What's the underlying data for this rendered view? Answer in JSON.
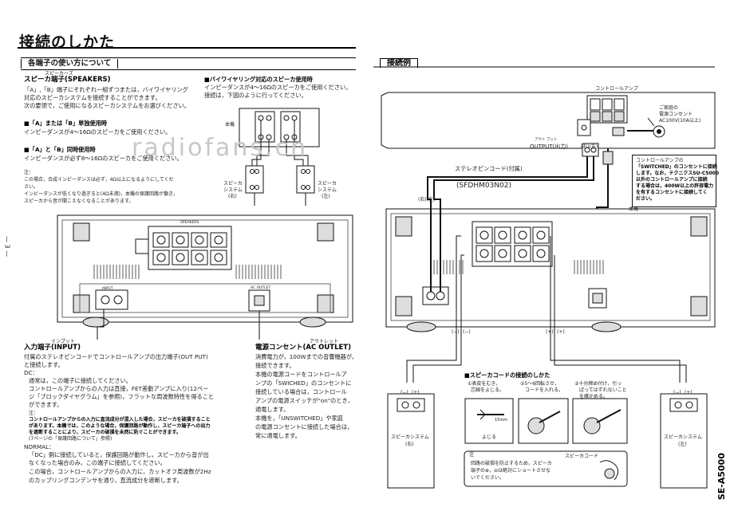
{
  "left_page": {
    "title": "接続のしかた",
    "section_title": "各端子の使い方について",
    "page_number": "— 3 —",
    "speaker": {
      "heading": "スピーカ端子(SPEAKERS)",
      "ruby": "スピーカーズ",
      "desc": [
        "「A」,「B」端子にそれぞれ一組ずつまたは，バイワイヤリング",
        "対応のスピーカシステムを接続することができます。",
        "次の要領で，ご使用になるスピーカシステムをお選びください。"
      ],
      "a_or_b_heading": "■「A」または「B」単独使用時",
      "a_or_b_text": "インピーダンスが4～16Ωのスピーカをご使用ください。",
      "a_and_b_heading": "■「A」と「B」同時使用時",
      "a_and_b_text": "インピーダンスが必ず8～16Ωのスピーカをご使用ください。",
      "note_label": "注：",
      "note_lines": [
        "この場合，合成インピーダンスは必ず，4Ω以上になるようにしてくだ",
        "さい。",
        "インピーダンスが低くなり過ぎると(4Ω未満)，本機の保護回路が働き，",
        "スピーカから音が聞こえなくなることがあります。"
      ]
    },
    "biwire": {
      "heading": "■バイワイヤリング対応のスピーカ使用時",
      "lines": [
        "インピーダンスが4～16Ωのスピーカをご使用ください。",
        "接続は，下図のように行ってください。"
      ],
      "unit_label": "本機",
      "spk_left": [
        "スピーカ",
        "システム",
        "(右)"
      ],
      "spk_right": [
        "スピーカ",
        "システム",
        "(左)"
      ]
    },
    "input": {
      "heading": "入力端子(INPUT)",
      "ruby": "インプット",
      "lines": [
        "付属のステレオピンコードでコントロールアンプの出力端子(OUT PUT)",
        "と接続します。"
      ],
      "dc_label": "DC：",
      "dc_lines": [
        "通常は，この端子に接続してください。",
        "コントロールアンプからの入力は直接，FET差動アンプに入り(12ペー",
        "ジ「ブロックダイヤグラム」を参照)，フラットな周波数特性を得ること",
        "ができます。"
      ],
      "dc_note": [
        "注：",
        "コントロールアンプからの入力に直流成分が混入した場合，スピーカを破損すること",
        "があります。本機では，このような場合，保護回路が動作し，スピーカ端子への出力",
        "を遮断することにより，スピーカの破損を未然に防ぐことができます。",
        "(7ページの「保護回路について」参照)"
      ],
      "normal_label": "NORMAL：",
      "normal_lines": [
        "「DC」側に接続していると，保護回路が動作し，スピーカから音が出",
        "なくなった場合のみ，この端子に接続してください。",
        "この場合，コントロールアンプからの入力に，カットオフ周波数が2Hz",
        "のカップリングコンデンサを通り，直流成分を遮断します。"
      ]
    },
    "ac": {
      "heading": "電源コンセント(AC OUTLET)",
      "ruby": "アウトレット",
      "lines": [
        "消費電力が，100Wまでの音響機器が，",
        "接続できます。",
        "本機の電源コードをコントロールア",
        "ンプの「SWICHED」のコンセントに",
        "接続している場合は，コントロール",
        "アンプの電源スイッチが\"on\"のとき，",
        "通電します。",
        "本機を，「UNSWITCHED」や家庭",
        "の電源コンセントに接続した場合は，",
        "常に通電します。"
      ]
    },
    "panel": {
      "speakers_label": "SPEAKERS",
      "input_label": "INPUT",
      "ac_label": "AC OUTLET"
    }
  },
  "right_page": {
    "section_title": "接続例",
    "control_amp": "コントロールアンプ",
    "household_outlet": [
      "ご家庭の",
      "電源コンセント",
      "AC100V(10A以上)"
    ],
    "output_label": "OUTPUT(出力)",
    "output_ruby": "アウト プット",
    "rl_label": "(右)(左)",
    "stereo_cord": "ステレオピンコード(付属)",
    "part_number": "(SFDHM03N02)",
    "unit_label": "本機",
    "power_note": [
      "コントロールアンプの",
      "「SWITCHED」のコンセントに接続",
      "します。なお，テクニクスSU-C5000",
      "以外のコントロールアンプに接続",
      "する場合は，400W以上の許容電力",
      "を有するコンセントに接続してく",
      "ださい。"
    ],
    "polarity_minus": "(−)",
    "polarity_plus": "(+)",
    "speaker_left": [
      "スピーカシステム",
      "(右)"
    ],
    "speaker_right": [
      "スピーカシステム",
      "(左)"
    ],
    "howto_title": "■スピーカコードの接続のしかた",
    "steps": [
      [
        "①表皮をむき，",
        "芯線をよじる。"
      ],
      [
        "②5～6回転させ，",
        "コードを入れる。"
      ],
      [
        "③十分締め付け，引っ",
        "ぱってはずれないこと",
        "を確かめる。"
      ]
    ],
    "step1_mm": "15mm",
    "step1_twist": "よじる",
    "warn_label": "注",
    "warn_cord": "スピーカコード",
    "warn_lines": [
      "回路の破損を防止するため，スピーカ",
      "端子の⊕，⊖は絶対にショートさせな",
      "いでください。"
    ],
    "model_side": "SE-A5000"
  },
  "watermark": "radiofans.cn"
}
